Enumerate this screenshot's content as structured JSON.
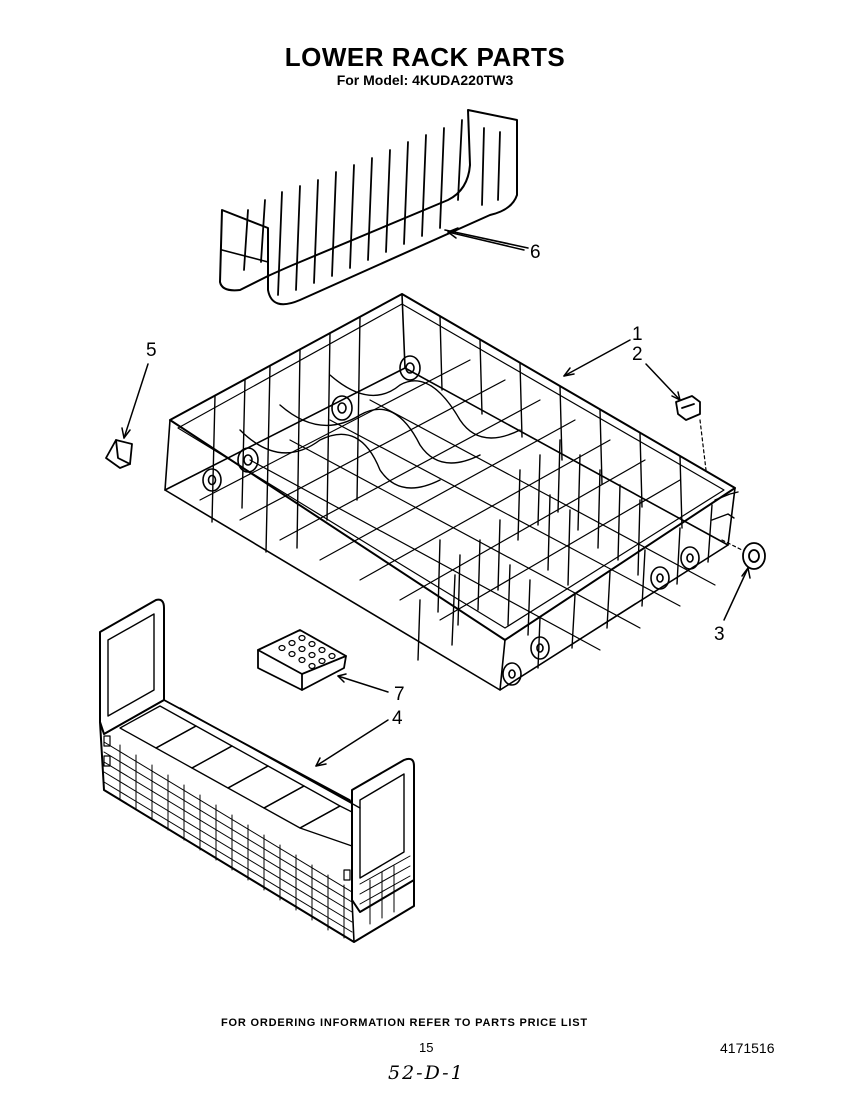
{
  "header": {
    "title": "LOWER RACK PARTS",
    "subtitle": "For Model: 4KUDA220TW3"
  },
  "callouts": [
    {
      "id": "1",
      "label": "1",
      "part": "lower-rack"
    },
    {
      "id": "2",
      "label": "2",
      "part": "rack-stop-clip"
    },
    {
      "id": "3",
      "label": "3",
      "part": "rack-wheel"
    },
    {
      "id": "4",
      "label": "4",
      "part": "silverware-basket"
    },
    {
      "id": "5",
      "label": "5",
      "part": "rack-end-cap"
    },
    {
      "id": "6",
      "label": "6",
      "part": "fold-down-tine-row"
    },
    {
      "id": "7",
      "label": "7",
      "part": "basket-lid"
    }
  ],
  "footer": {
    "ordering_note": "FOR ORDERING INFORMATION REFER TO PARTS PRICE LIST",
    "page_number": "15",
    "document_number": "4171516",
    "handwritten_note": "52-D-1"
  }
}
